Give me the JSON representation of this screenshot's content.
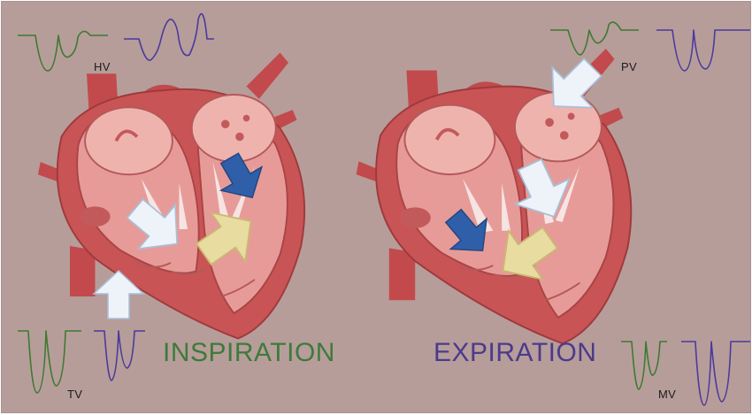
{
  "labels": {
    "hv": "HV",
    "pv": "PV",
    "tv": "TV",
    "mv": "MV",
    "inspiration": "INSPIRATION",
    "expiration": "EXPIRATION"
  },
  "colors": {
    "background": "#b69d9a",
    "inspiration": "#3f7a3a",
    "expiration": "#4b3a8c",
    "waveform_green": "#3f7a2f",
    "waveform_purple": "#4b3a9c",
    "blue_arrow": "#2f5fa8",
    "yellow_arrow": "#e8dca0",
    "white_arrow": "#eef3fa",
    "heart_wall": "#c95455",
    "heart_light": "#e79b98"
  },
  "icons": [
    "heart-illustration",
    "white-arrow",
    "blue-arrow",
    "yellow-arrow",
    "doppler-waveform"
  ]
}
